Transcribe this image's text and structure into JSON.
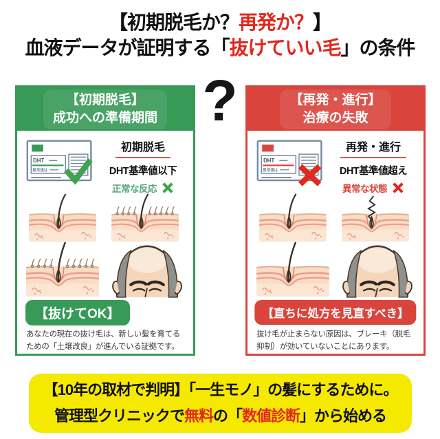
{
  "title": {
    "l1a": "【初期脱毛か？",
    "l1b": "再発か？",
    "l1c": "】",
    "l2a": "血液データが証明する「",
    "l2b": "抜けていい毛",
    "l2c": "」の条件"
  },
  "question_mark": "?",
  "left_panel": {
    "header1": "【初期脱毛】",
    "header2": "成功への準備期間",
    "report": {
      "field_label": "DHT",
      "field_sub": "異常値は",
      "result": "check"
    },
    "diagnosis": {
      "title": "初期脱毛",
      "criteria": "DHT基準値以下",
      "status": "正常な反応"
    },
    "badge": "【抜けてOK】",
    "description": "あなたの現在の抜け毛は、新しい髪を育てるための「土壌改良」が進んでいる証拠です。"
  },
  "right_panel": {
    "header1": "【再発・進行】",
    "header2": "治療の失敗",
    "report": {
      "field_label": "DHT",
      "field_sub": "異常値は",
      "result": "cross"
    },
    "diagnosis": {
      "title": "再発・進行",
      "criteria": "DHT基準値超え",
      "status": "異常な状態"
    },
    "badge": "【直ちに処方を見直すべき】",
    "description": "抜け毛が止まらない原因は、ブレーキ（脱毛抑制）が効いていないことにあります。"
  },
  "footer": {
    "l1": "【10年の取材で判明】「一生モノ」の髪にするために。",
    "l2a": "管理型クリニックで",
    "l2b": "無料",
    "l2c": "の「",
    "l2d": "数値診断",
    "l2e": "」から始める"
  },
  "colors": {
    "green": "#379a57",
    "red": "#d9453d",
    "title_accent": "#e3261d",
    "yellow": "#f6e900",
    "check_green": "#3fa34d",
    "cross_red": "#dd2b20",
    "status_green": "#5aa87c",
    "diag_underline": "#e0564a"
  }
}
